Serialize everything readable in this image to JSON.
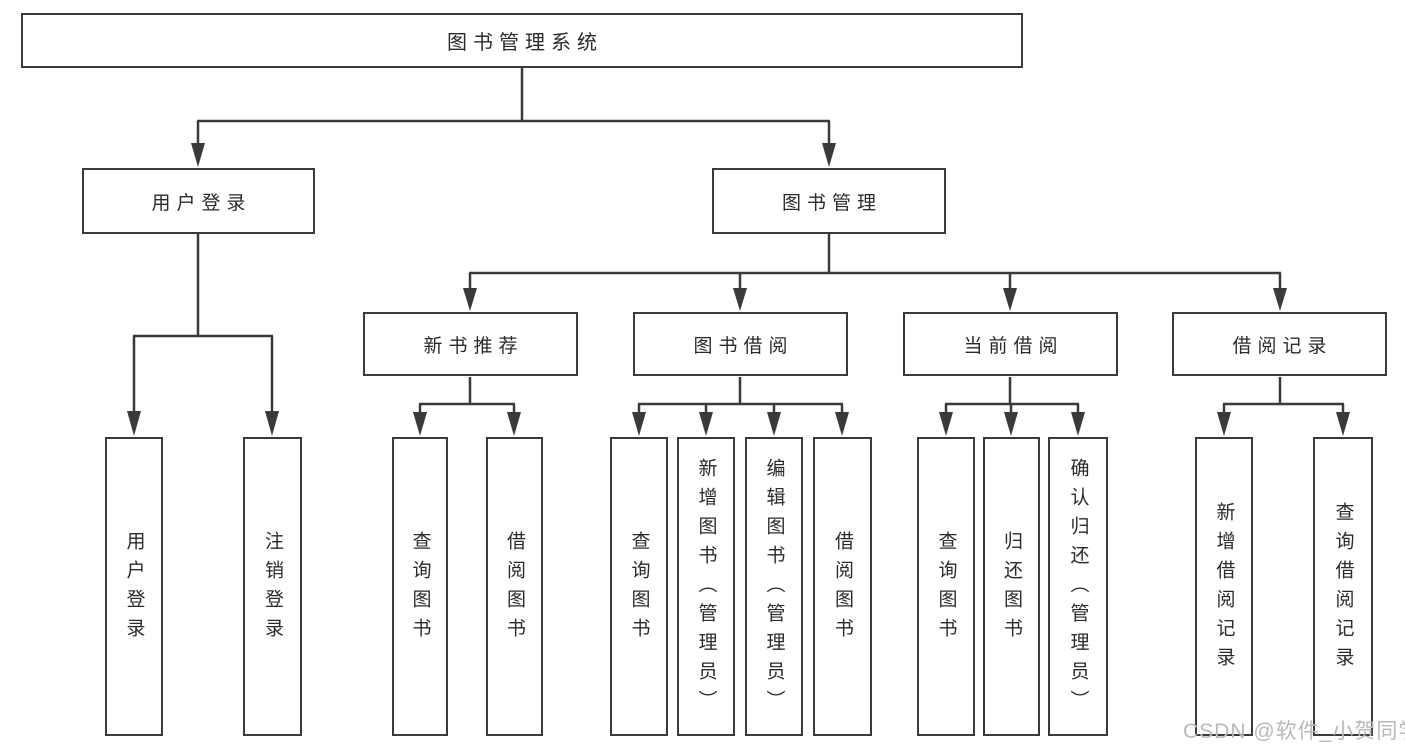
{
  "nodes": {
    "root": {
      "label": "图书管理系统"
    },
    "level2": [
      {
        "label": "用户登录"
      },
      {
        "label": "图书管理"
      }
    ],
    "level3": [
      {
        "label": "新书推荐"
      },
      {
        "label": "图书借阅"
      },
      {
        "label": "当前借阅"
      },
      {
        "label": "借阅记录"
      }
    ],
    "leaves": {
      "userLogin": [
        "用户登录",
        "注销登录"
      ],
      "newBookRecommend": [
        "查询图书",
        "借阅图书"
      ],
      "bookBorrow": [
        "查询图书",
        "新增图书（管理员）",
        "编辑图书（管理员）",
        "借阅图书"
      ],
      "currentBorrow": [
        "查询图书",
        "归还图书",
        "确认归还（管理员）"
      ],
      "borrowRecords": [
        "新增借阅记录",
        "查询借阅记录"
      ]
    }
  },
  "colors": {
    "line": "#3a3a3a",
    "text": "#2b2b2b",
    "watermark": "#b9b9b9"
  },
  "watermark": {
    "text": "CSDN @软件_小贺同学"
  }
}
